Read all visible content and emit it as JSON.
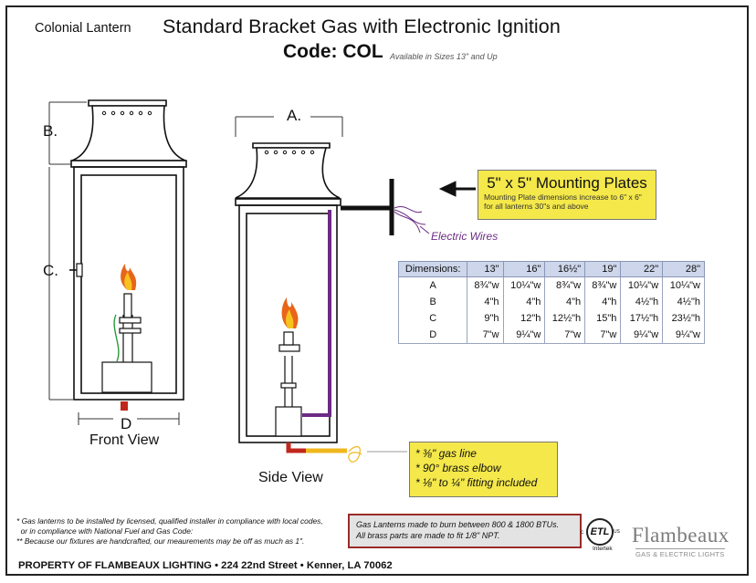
{
  "header": {
    "brand": "Colonial Lantern",
    "title": "Standard Bracket Gas with Electronic Ignition",
    "code": "Code: COL",
    "available": "Available in Sizes 13\" and Up"
  },
  "labels": {
    "a": "A.",
    "b": "B.",
    "c": "C.",
    "d": "D"
  },
  "views": {
    "front": "Front View",
    "side": "Side View"
  },
  "mounting": {
    "title": "5\" x 5\" Mounting Plates",
    "note": "Mounting Plate dimensions increase to 6\" x 6\" for all lanterns 30\"s and above"
  },
  "wires_label": "Electric Wires",
  "table": {
    "headers": [
      "Dimensions:",
      "13\"",
      "16\"",
      "16½\"",
      "19\"",
      "22\"",
      "28\""
    ],
    "rows": [
      [
        "A",
        "8¾\"w",
        "10¼\"w",
        "8¾\"w",
        "8¾\"w",
        "10¼\"w",
        "10¼\"w"
      ],
      [
        "B",
        "4\"h",
        "4\"h",
        "4\"h",
        "4\"h",
        "4½\"h",
        "4½\"h"
      ],
      [
        "C",
        "9\"h",
        "12\"h",
        "12½\"h",
        "15\"h",
        "17½\"h",
        "23½\"h"
      ],
      [
        "D",
        "7\"w",
        "9¼\"w",
        "7\"w",
        "7\"w",
        "9¼\"w",
        "9¼\"w"
      ]
    ]
  },
  "gas_notes": [
    "* ⅜\" gas line",
    "* 90° brass elbow",
    "* ⅛\" to ¼\" fitting included"
  ],
  "footnotes": [
    "* Gas lanterns to be installed by licensed, qualified installer in compliance with local codes,",
    "  or in compliance with National Fuel and Gas Code:",
    "** Because our fixtures are handcrafted, our meaurements may be off as much as 1\"."
  ],
  "burn_box": [
    "Gas Lanterns made to burn between 800 & 1800 BTUs.",
    "All brass parts are made to fit 1/8\" NPT."
  ],
  "certification": {
    "mark": "ETL",
    "us": "US",
    "c": "c",
    "intertek": "Intertek"
  },
  "logo": {
    "name": "Flambeaux",
    "tagline": "GAS & ELECTRIC LIGHTS"
  },
  "property": "PROPERTY OF FLAMBEAUX LIGHTING • 224 22nd Street • Kenner, LA 70062",
  "colors": {
    "note_yellow": "#f4e84a",
    "wire_purple": "#6b2b85",
    "flame_orange": "#e8651a",
    "gas_pipe_red": "#c0281e",
    "table_header": "#cdd6ea"
  }
}
